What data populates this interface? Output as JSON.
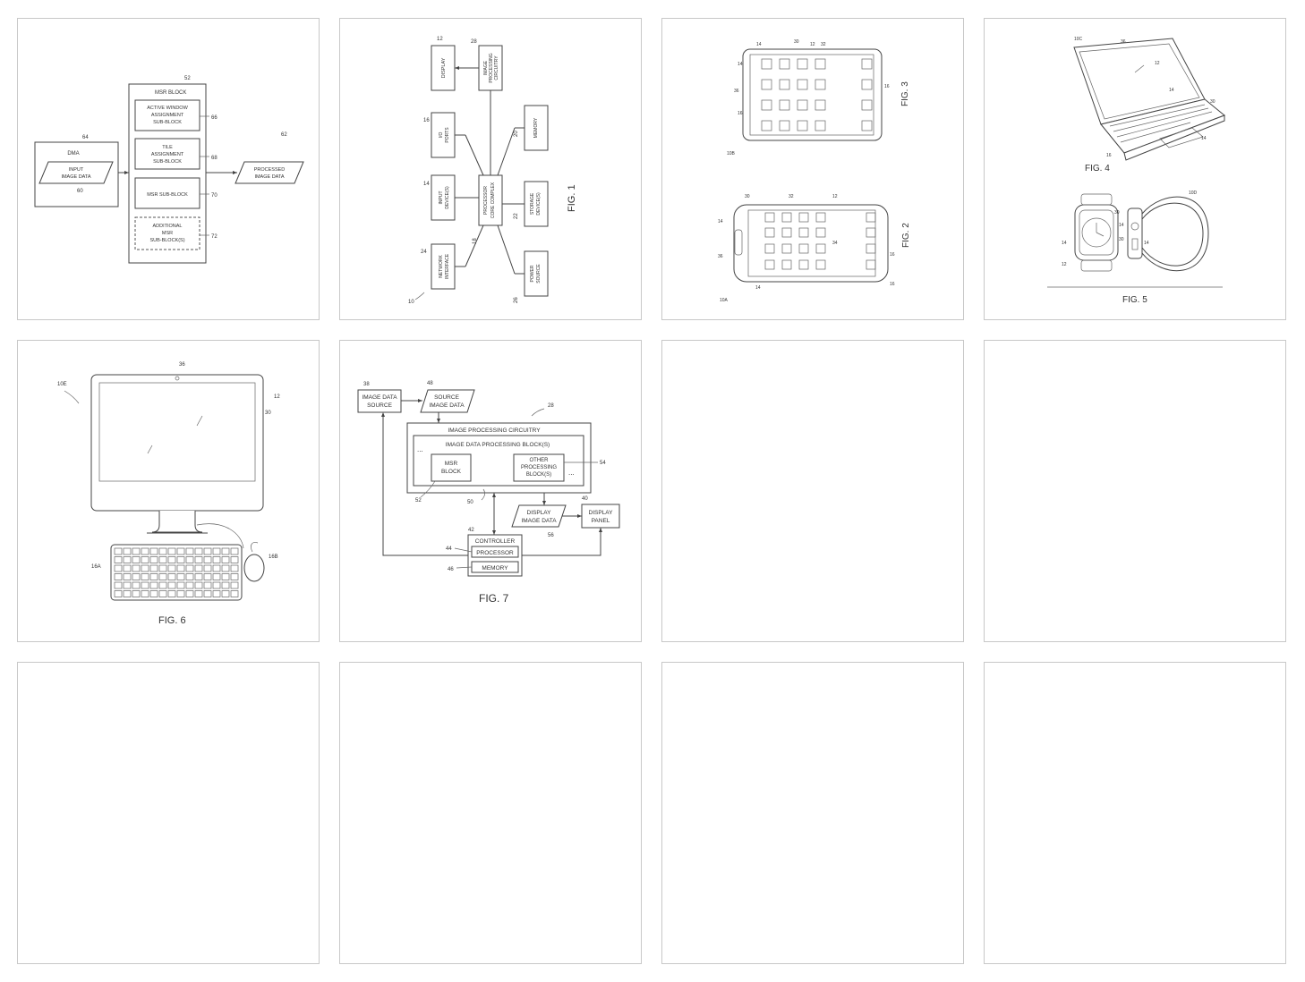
{
  "tiles": [
    {
      "id": "fig8",
      "labels": {
        "msr_block": "MSR BLOCK",
        "active_window": [
          "ACTIVE WINDOW",
          "ASSIGNMENT",
          "SUB-BLOCK"
        ],
        "tile_assign": [
          "TILE",
          "ASSIGNMENT",
          "SUB-BLOCK"
        ],
        "msr_sub": "MSR SUB-BLOCK",
        "additional": [
          "ADDITIONAL",
          "MSR",
          "SUB-BLOCK(S)"
        ],
        "dma": "DMA",
        "input": [
          "INPUT",
          "IMAGE DATA"
        ],
        "processed": [
          "PROCESSED",
          "IMAGE DATA"
        ],
        "refs": [
          "52",
          "66",
          "68",
          "70",
          "72",
          "64",
          "60",
          "62"
        ]
      }
    },
    {
      "id": "fig1",
      "caption": "FIG. 1",
      "labels": {
        "display": "DISPLAY",
        "ipc": [
          "IMAGE",
          "PROCESSING",
          "CIRCUITRY"
        ],
        "io": [
          "I/O",
          "PORTS"
        ],
        "memory": "MEMORY",
        "input_devices": [
          "INPUT",
          "DEVICE(S)"
        ],
        "core": [
          "PROCESSOR",
          "CORE COMPLEX"
        ],
        "storage": [
          "STORAGE",
          "DEVICE(S)"
        ],
        "network": [
          "NETWORK",
          "INTERFACE"
        ],
        "power": [
          "POWER",
          "SOURCE"
        ],
        "refs": [
          "12",
          "28",
          "16",
          "20",
          "14",
          "18",
          "22",
          "24",
          "26",
          "10"
        ]
      }
    },
    {
      "id": "fig2-3",
      "captions": [
        "FIG. 3",
        "FIG. 2"
      ],
      "refs_top": [
        "14",
        "30",
        "12",
        "32",
        "14",
        "36",
        "16",
        "16",
        "10B"
      ],
      "refs_bottom": [
        "30",
        "32",
        "12",
        "14",
        "34",
        "36",
        "16",
        "14",
        "16",
        "10A"
      ]
    },
    {
      "id": "fig4-5",
      "captions": [
        "FIG. 4",
        "FIG. 5"
      ],
      "refs_top": [
        "10C",
        "36",
        "12",
        "14",
        "30",
        "14",
        "16"
      ],
      "refs_bottom": [
        "10D",
        "30",
        "14",
        "14",
        "30",
        "14",
        "12"
      ]
    },
    {
      "id": "fig6",
      "caption": "FIG. 6",
      "refs": [
        "36",
        "10E",
        "12",
        "30",
        "16A",
        "16B"
      ]
    },
    {
      "id": "fig7",
      "caption": "FIG. 7",
      "labels": {
        "image_source": [
          "IMAGE DATA",
          "SOURCE"
        ],
        "source_image": [
          "SOURCE",
          "IMAGE DATA"
        ],
        "ipc": "IMAGE PROCESSING CIRCUITRY",
        "idpb": "IMAGE DATA PROCESSING BLOCK(S)",
        "msr": [
          "MSR",
          "BLOCK"
        ],
        "other": [
          "OTHER",
          "PROCESSING",
          "BLOCK(S)"
        ],
        "display_image": [
          "DISPLAY",
          "IMAGE DATA"
        ],
        "display_panel": [
          "DISPLAY",
          "PANEL"
        ],
        "controller": "CONTROLLER",
        "processor": "PROCESSOR",
        "memory": "MEMORY",
        "ellipsis": "...",
        "refs": [
          "38",
          "48",
          "28",
          "54",
          "52",
          "50",
          "40",
          "42",
          "56",
          "44",
          "46"
        ]
      }
    }
  ]
}
